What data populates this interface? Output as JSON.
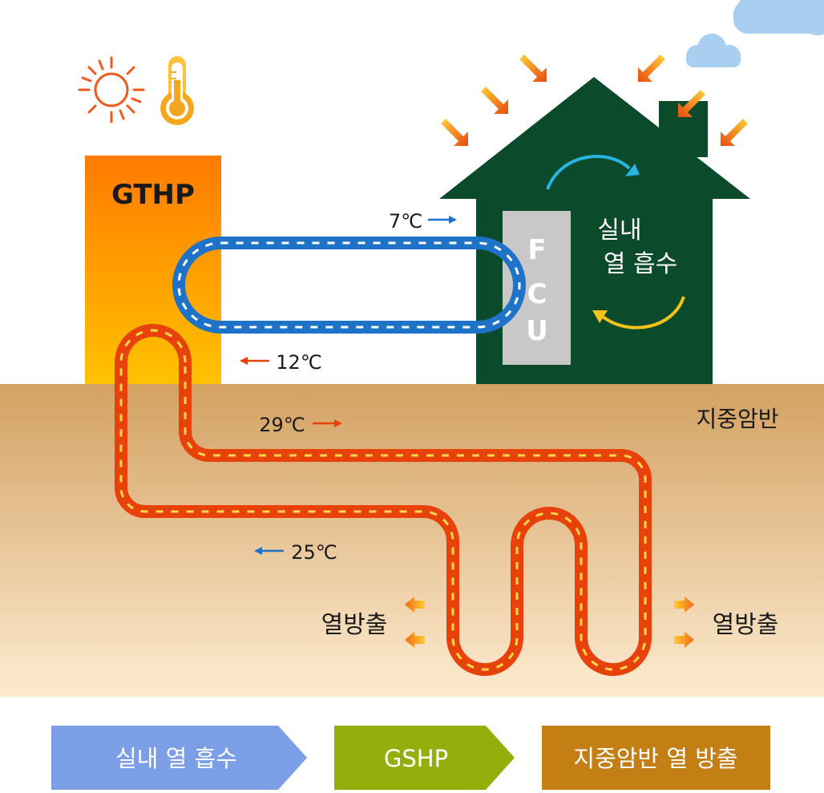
{
  "gthp_label": "GTHP",
  "fcu_letters": [
    "F",
    "C",
    "U"
  ],
  "house_text": {
    "line1": "실내",
    "line2": "열 흡수"
  },
  "ground_label": "지중암반",
  "temps": {
    "supply_indoor": "7℃",
    "return_indoor": "12℃",
    "supply_ground": "29℃",
    "return_ground": "25℃"
  },
  "heat_out_left": "열방출",
  "heat_out_right": "열방출",
  "steps": [
    {
      "label": "실내 열 흡수",
      "color": "#7b9ee6"
    },
    {
      "label": "GSHP",
      "color": "#95ae0c"
    },
    {
      "label": "지중암반 열 방출",
      "color": "#c47f14"
    }
  ],
  "colors": {
    "house": "#0b4a2b",
    "indoor_loop": "#1e72c8",
    "ground_loop": "#e8420c",
    "fcu": "#c8c8c8",
    "sky_cloud": "#a8cff0"
  },
  "icons": [
    "sun-icon",
    "thermometer-icon",
    "cloud-icon"
  ]
}
